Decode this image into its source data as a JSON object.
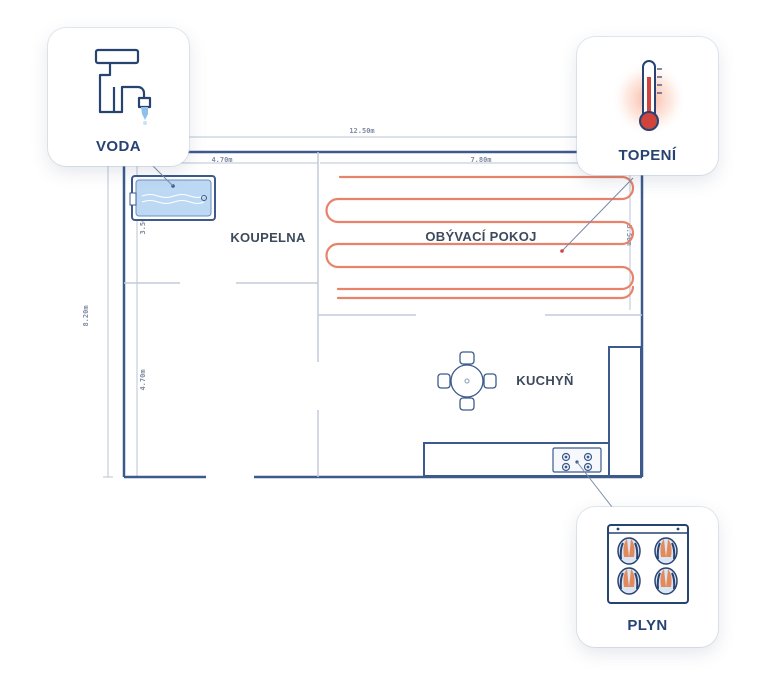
{
  "dimensions": {
    "total_width": "12.50m",
    "total_height": "8.20m",
    "bathroom_width": "4.70m",
    "living_width": "7.80m",
    "bathroom_height": "3.50m",
    "lower_height": "4.70m",
    "living_height": "3.50m"
  },
  "rooms": {
    "bathroom": "KOUPELNA",
    "living": "OBÝVACÍ POKOJ",
    "kitchen": "KUCHYŇ"
  },
  "cards": {
    "water": "VODA",
    "heating": "TOPENÍ",
    "gas": "PLYN"
  },
  "colors": {
    "wall": "#3c5a8c",
    "heating_pipe": "#e8826a",
    "accent_blue": "#274372",
    "thermometer_red": "#d0443b"
  }
}
